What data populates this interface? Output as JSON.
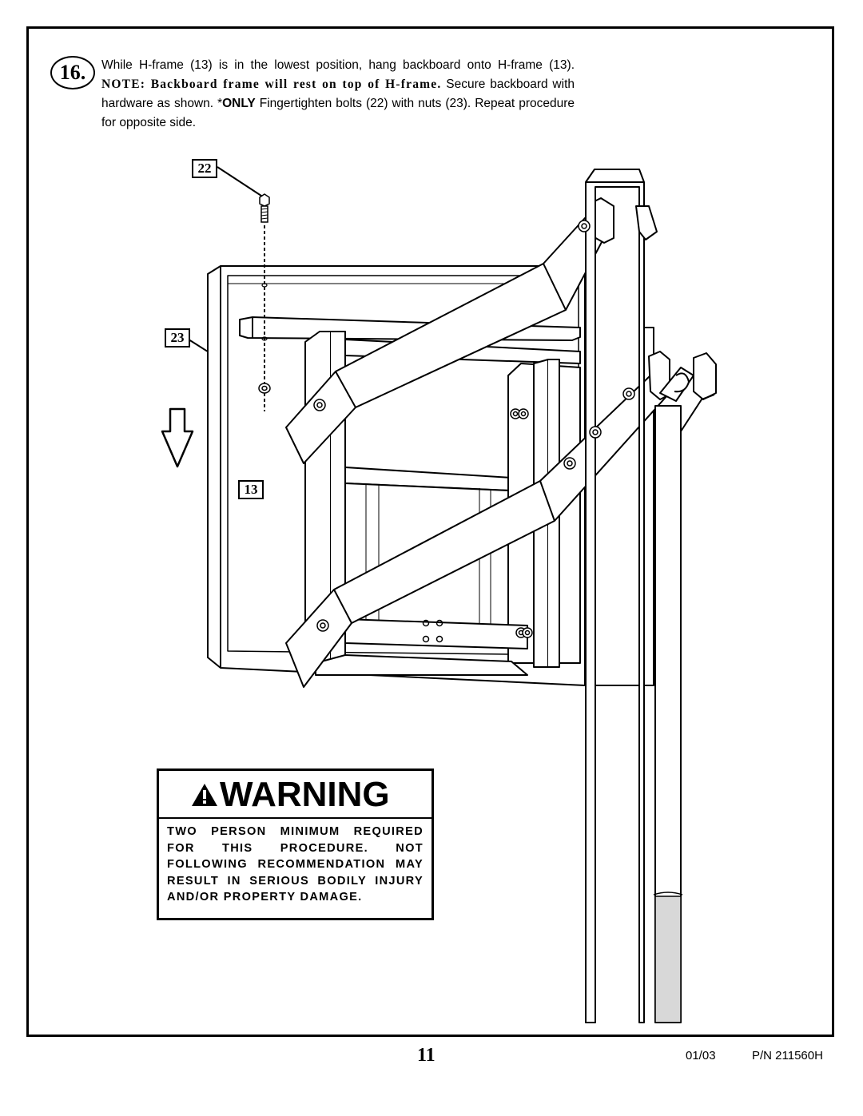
{
  "step": {
    "number": "16.",
    "text_part1": "While H-frame (13) is in the lowest position, hang backboard onto H-frame (13). ",
    "note": "NOTE: Backboard frame will rest on top of H-frame.",
    "text_part2": " Secure backboard with hardware as shown. *",
    "only": "ONLY",
    "text_part3": " Fingertighten bolts (22) with nuts (23). Repeat procedure for opposite side."
  },
  "callouts": {
    "bolt": "22",
    "nut": "23",
    "hframe": "13"
  },
  "icons": [
    "down-arrow-icon",
    "warning-triangle-icon"
  ],
  "warning": {
    "title": "WARNING",
    "text": "TWO PERSON MINIMUM REQUIRED FOR THIS PROCEDURE. NOT FOLLOWING RECOMMENDATION MAY RESULT IN SERIOUS BODILY INJURY AND/OR PROPERTY DAMAGE."
  },
  "footer": {
    "page": "11",
    "date": "01/03",
    "part_number": "P/N 211560H"
  }
}
